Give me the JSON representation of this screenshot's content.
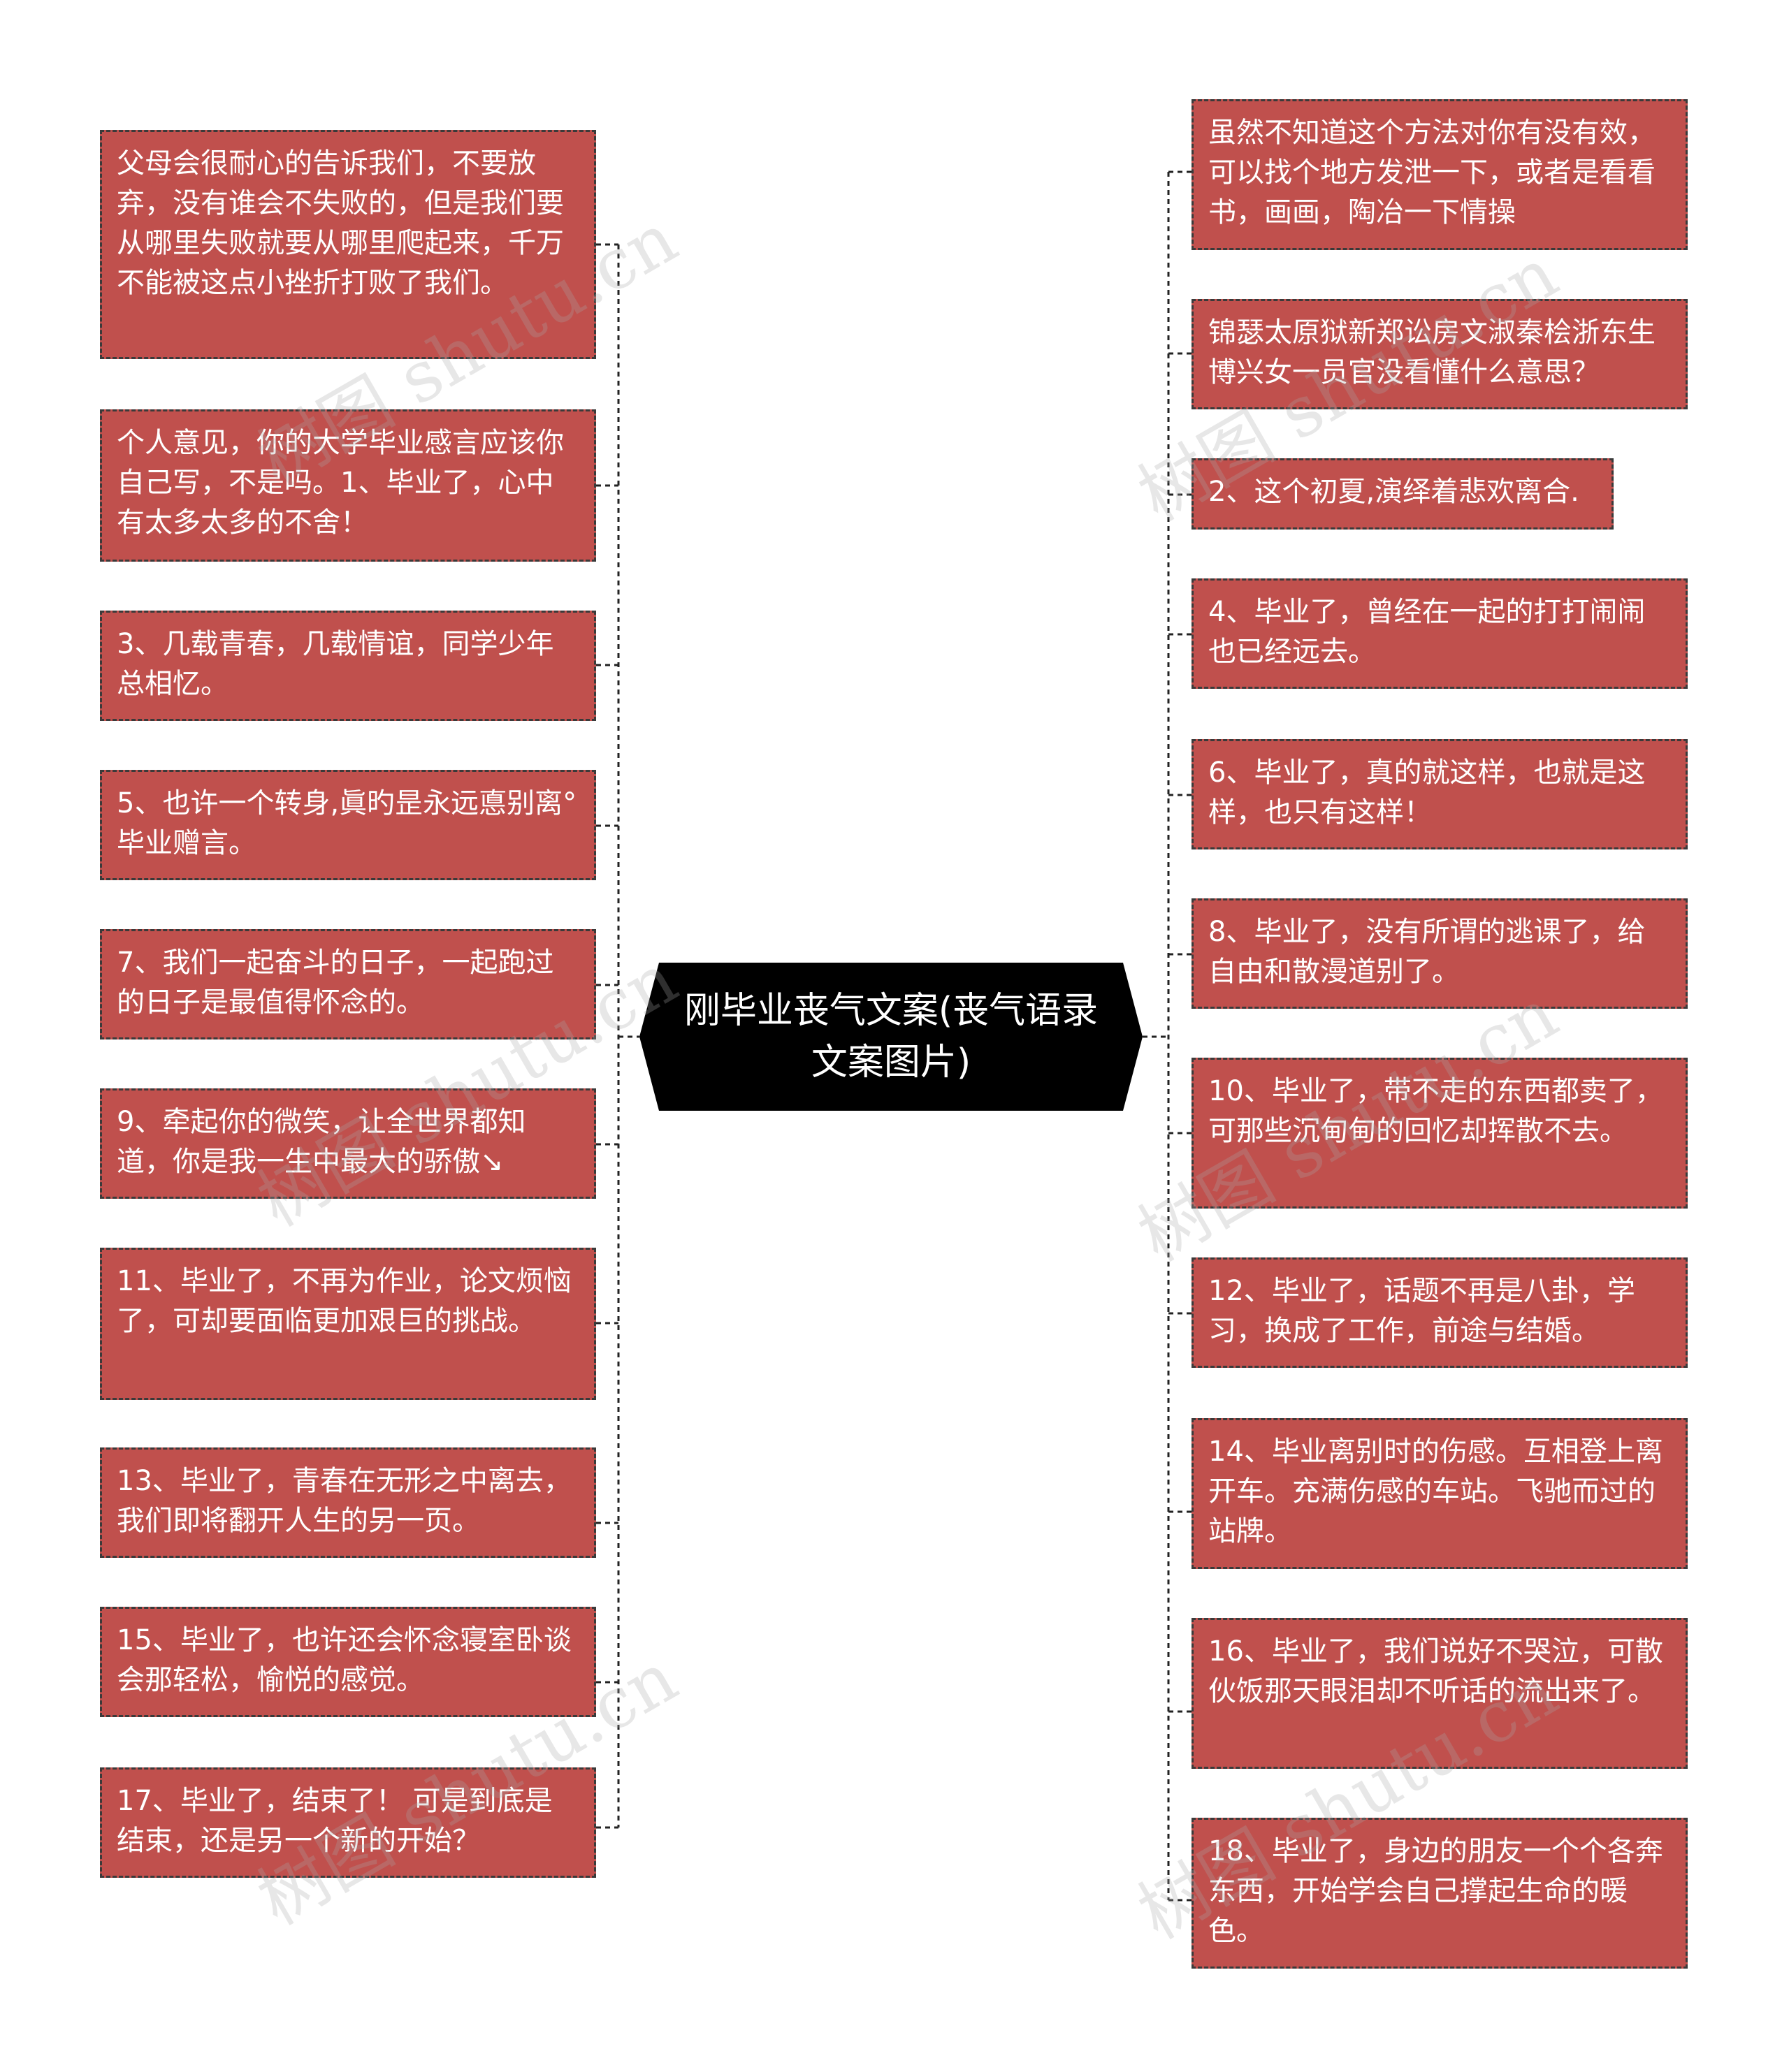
{
  "center": {
    "title": "刚毕业丧气文案(丧气语录文案图片)"
  },
  "left_nodes": [
    "父母会很耐心的告诉我们，不要放弃，没有谁会不失败的，但是我们要从哪里失败就要从哪里爬起来，千万不能被这点小挫折打败了我们。",
    "个人意见，你的大学毕业感言应该你自己写，不是吗。1、毕业了，心中有太多太多的不舍！",
    "3、几载青春，几载情谊，同学少年总相忆。",
    "5、也许一个转身,眞旳昰永远悳别离°毕业赠言。",
    "7、我们一起奋斗的日子，一起跑过的日子是最值得怀念的。",
    "9、牵起你的微笑，让全世界都知道，你是我一生中最大的骄傲↘",
    "11、毕业了，不再为作业，论文烦恼了，可却要面临更加艰巨的挑战。",
    "13、毕业了，青春在无形之中离去，我们即将翻开人生的另一页。",
    "15、毕业了，也许还会怀念寝室卧谈会那轻松，愉悦的感觉。",
    "17、毕业了，结束了！ 可是到底是结束，还是另一个新的开始？"
  ],
  "right_nodes": [
    "虽然不知道这个方法对你有没有效，可以找个地方发泄一下，或者是看看书，画画，陶冶一下情操",
    "锦瑟太原狱新郑讼房文淑秦桧浙东生博兴女一员官没看懂什么意思？",
    "2、这个初夏,演绎着悲欢离合.",
    "4、毕业了，曾经在一起的打打闹闹也已经远去。",
    "6、毕业了，真的就这样，也就是这样，也只有这样！",
    "8、毕业了，没有所谓的逃课了，给自由和散漫道别了。",
    "10、毕业了，带不走的东西都卖了，可那些沉甸甸的回忆却挥散不去。",
    "12、毕业了，话题不再是八卦，学习，换成了工作，前途与结婚。",
    "14、毕业离别时的伤感。互相登上离开车。充满伤感的车站。飞驰而过的站牌。",
    "16、毕业了，我们说好不哭泣，可散伙饭那天眼泪却不听话的流出来了。",
    "18、毕业了，身边的朋友一个个各奔东西，开始学会自己撑起生命的暖色。"
  ],
  "watermark": "树图 shutu.cn",
  "colors": {
    "node_fill": "#c0504d",
    "node_border": "#3a3a3a",
    "center_fill": "#000000",
    "connector": "#222222",
    "text": "#ffffff"
  }
}
